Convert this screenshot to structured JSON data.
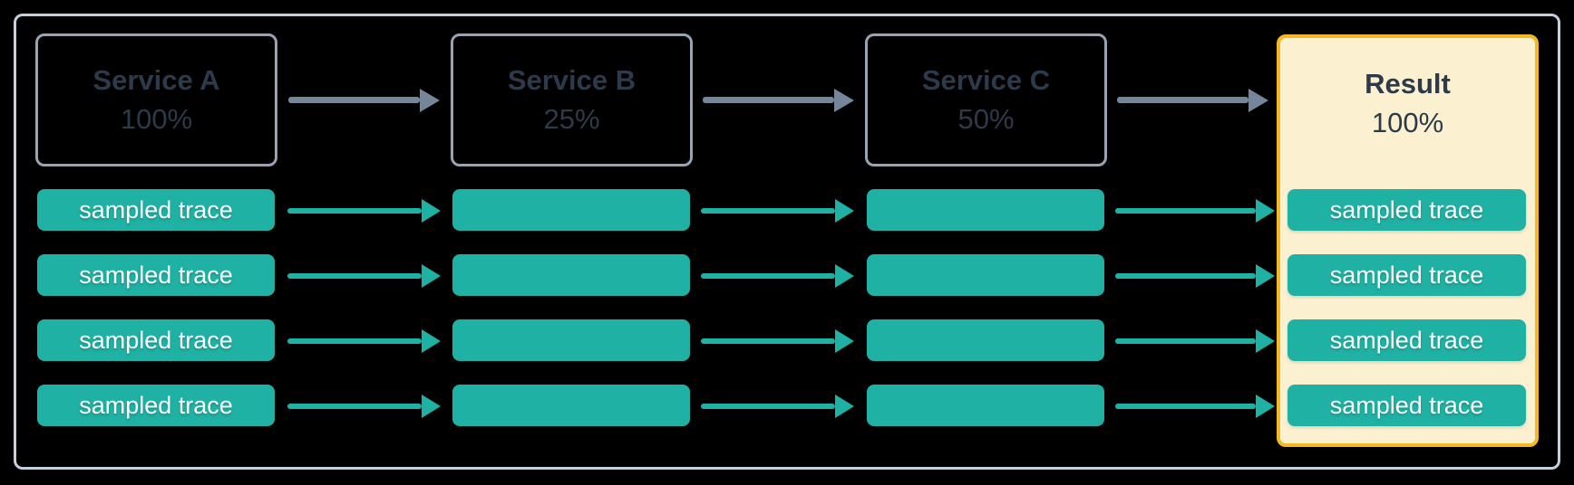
{
  "colors": {
    "background": "#000000",
    "outer_border": "#C6D0DC",
    "stage_border": "#97A4B5",
    "stage_text": "#2C3A49",
    "teal": "#1FB1A3",
    "arrow_gray": "#75869A",
    "trace_text": "#FFFFFF",
    "result_bg": "#FBF1D1",
    "result_border": "#F4B920"
  },
  "diagram": {
    "stages": [
      {
        "label": "Service A",
        "sample_rate": "100%"
      },
      {
        "label": "Service B",
        "sample_rate": "25%"
      },
      {
        "label": "Service C",
        "sample_rate": "50%"
      }
    ],
    "result": {
      "label": "Result",
      "sample_rate": "100%"
    },
    "trace_label": "sampled trace",
    "trace_rows": 4
  }
}
